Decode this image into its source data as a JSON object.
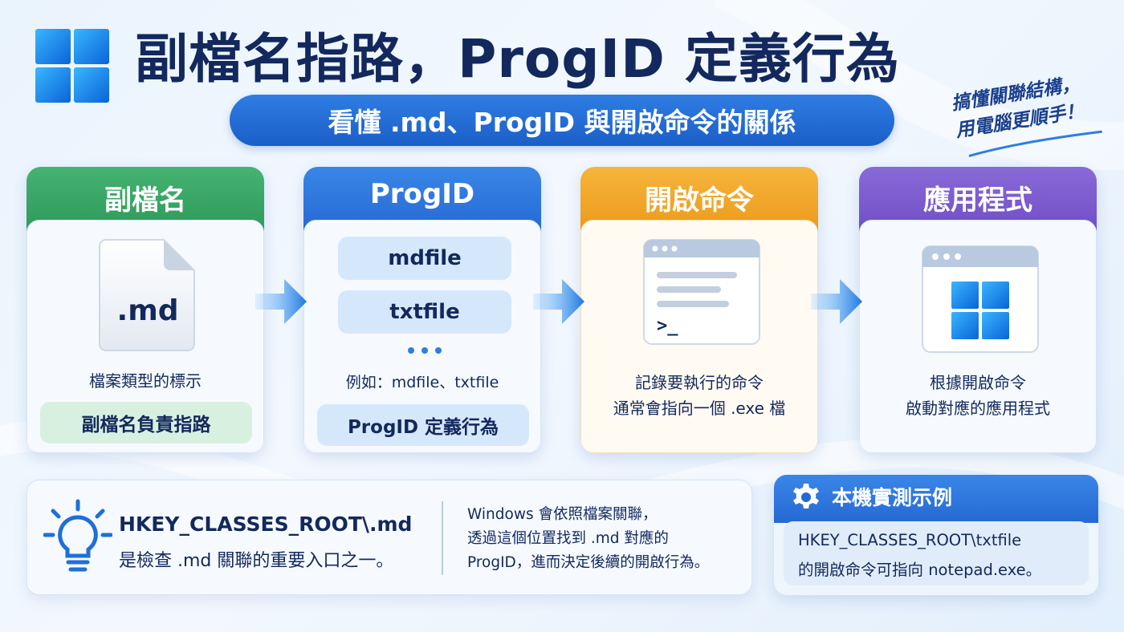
{
  "header": {
    "title": "副檔名指路，ProgID 定義行為",
    "subtitle": "看懂 .md、ProgID 與開啟命令的關係",
    "note_line_1": "搞懂關聯結構，",
    "note_line_2": "用電腦更順手！"
  },
  "steps": [
    {
      "heading": "副檔名",
      "icon_label": ".md",
      "description": "檔案類型的標示",
      "pill": "副檔名負責指路"
    },
    {
      "heading": "ProgID",
      "items": [
        "mdfile",
        "txtfile"
      ],
      "example": "例如：mdfile、txtfile",
      "pill": "ProgID 定義行為"
    },
    {
      "heading": "開啟命令",
      "description_line_1": "記錄要執行的命令",
      "description_line_2": "通常會指向一個 .exe 檔",
      "prompt": ">_"
    },
    {
      "heading": "應用程式",
      "description_line_1": "根據開啟命令",
      "description_line_2": "啟動對應的應用程式"
    }
  ],
  "info": {
    "key": "HKEY_CLASSES_ROOT\\.md",
    "description": "是檢查 .md 關聯的重要入口之一。",
    "para_line_1": "Windows 會依照檔案關聯，",
    "para_line_2": "透過這個位置找到 .md 對應的",
    "para_line_3": "ProgID，進而決定後續的開啟行為。"
  },
  "test": {
    "title": "本機實測示例",
    "line_1": "HKEY_CLASSES_ROOT\\txtfile",
    "line_2": "的開啟命令可指向 notepad.exe。"
  },
  "colors": {
    "title": "#13285c",
    "blue": "#2569d3",
    "green": "#2f9a5a",
    "orange": "#ec9a1a",
    "purple": "#6f4fc6"
  },
  "icons": [
    "windows-logo-icon",
    "file-icon",
    "terminal-window-icon",
    "app-window-icon",
    "lightbulb-icon",
    "gear-icon",
    "arrow-right-icon"
  ]
}
